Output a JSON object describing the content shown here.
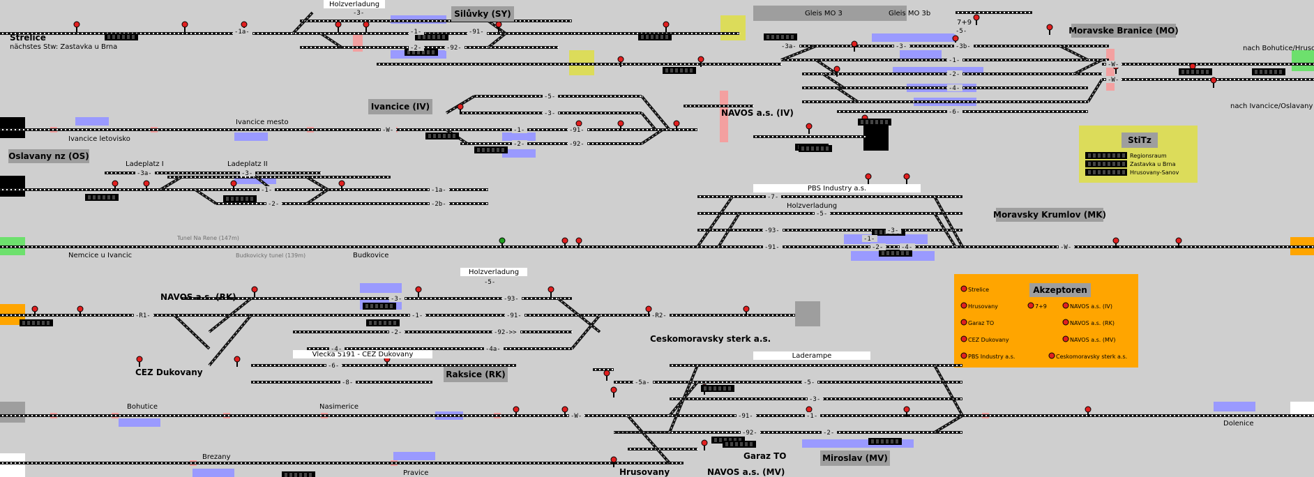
{
  "colors": {
    "background": "#cfcfcf",
    "track": "#141414",
    "sleeper": "#ffffff",
    "box": "#9e9e9e",
    "occupied": "#9a9aff",
    "red_block": "#f3a0a0",
    "yellow_area": "#dcdc5a",
    "orange_area": "#ffa500",
    "green_exit": "#6de06d",
    "signal_red": "#e02020",
    "signal_green": "#20a020"
  },
  "stations": [
    {
      "id": "SY",
      "name": "Silůvky (SY)"
    },
    {
      "id": "MO",
      "name": "Moravske Branice (MO)"
    },
    {
      "id": "IV",
      "name": "Ivancice (IV)"
    },
    {
      "id": "OS",
      "name": "Oslavany nz (OS)"
    },
    {
      "id": "MK",
      "name": "Moravsky Krumlov (MK)"
    },
    {
      "id": "RK",
      "name": "Raksice (RK)"
    },
    {
      "id": "MV",
      "name": "Miroslav (MV)"
    },
    {
      "id": "STITZ",
      "name": "StiTz"
    },
    {
      "id": "AKZ",
      "name": "Akzeptoren"
    }
  ],
  "labels": {
    "strelice": "Strelice",
    "next_stw": "nächstes Stw: Zastavka u Brna",
    "holzverladung_sy": "Holzverladung",
    "gleis_mo3": "Gleis MO 3",
    "gleis_mo3b": "Gleis MO 3b",
    "g79": "7+9",
    "nach_bohutice": "nach Bohutice/Hrusovany -->",
    "nach_ivancice": "nach Ivancice/Oslavany -->",
    "navos_iv": "NAVOS a.s. (IV)",
    "ivancice_mesto": "Ivancice mesto",
    "ivancice_letovisko": "Ivancice letovisko",
    "ladeplatz1": "Ladeplatz I",
    "ladeplatz2": "Ladeplatz II",
    "pbs": "PBS Industry a.s.",
    "holzverladung_mk": "Holzverladung",
    "tunel_rene": "Tunel Na Rene (147m)",
    "budkovicky_tunel": "Budkovicky tunel (139m)",
    "nemcice": "Nemcice u Ivancic",
    "budkovice": "Budkovice",
    "navos_rk": "NAVOS a.s. (RK)",
    "holzverladung_rk": "Holzverladung",
    "cez": "CEZ Dukovany",
    "vlecka": "Vlecka 5191 - CEZ Dukovany",
    "ceskomoravsky": "Ceskomoravsky sterk a.s.",
    "laderampe": "Laderampe",
    "bohutice": "Bohutice",
    "nasimerice": "Nasimerice",
    "dolenice": "Dolenice",
    "brezany": "Brezany",
    "pravice": "Pravice",
    "hrusovany": "Hrusovany",
    "garaz": "Garaz TO",
    "navos_mv": "NAVOS a.s. (MV)"
  },
  "stitz_items": [
    "Regionsraum",
    "Zastavka u Brna",
    "Hrusovany-Sanov"
  ],
  "akzeptoren": [
    "Strelice",
    "Hrusovany",
    "Garaz TO",
    "CEZ Dukovany",
    "PBS Industry a.s.",
    "7+9",
    "NAVOS a.s. (IV)",
    "NAVOS a.s. (RK)",
    "NAVOS a.s. (MV)",
    "Ceskomoravsky sterk a.s."
  ],
  "track_labels": [
    "-1a-",
    "-3-",
    "-1-",
    "-91-",
    "-2-",
    "-92-",
    "-3a-",
    "-3-",
    "-3b-",
    "-5-",
    "-1-",
    "-2-",
    "-4-",
    "-6-",
    "-W-",
    "-W-",
    "-5-",
    "-3-",
    "-W-",
    "-1-",
    "-91-",
    "-2-",
    "-92-",
    "-3a-",
    "-3-",
    "-1-",
    "-2-",
    "-1a-",
    "-2b-",
    "-7-",
    "-5-",
    "-93-",
    "-3-",
    "-1-",
    "-91-",
    "-2-",
    "-4-",
    "-W-",
    "-R1-",
    "-5-",
    "-93-",
    "-3-",
    "-1-",
    "-91-",
    "-2-",
    "-92->>",
    "-4-",
    "-4a-",
    "-6-",
    "-8-",
    "-R2-",
    "-5a-",
    "-5-",
    "-3-",
    "-1-",
    "-91-",
    "-2-",
    "-92-",
    "-W-"
  ]
}
